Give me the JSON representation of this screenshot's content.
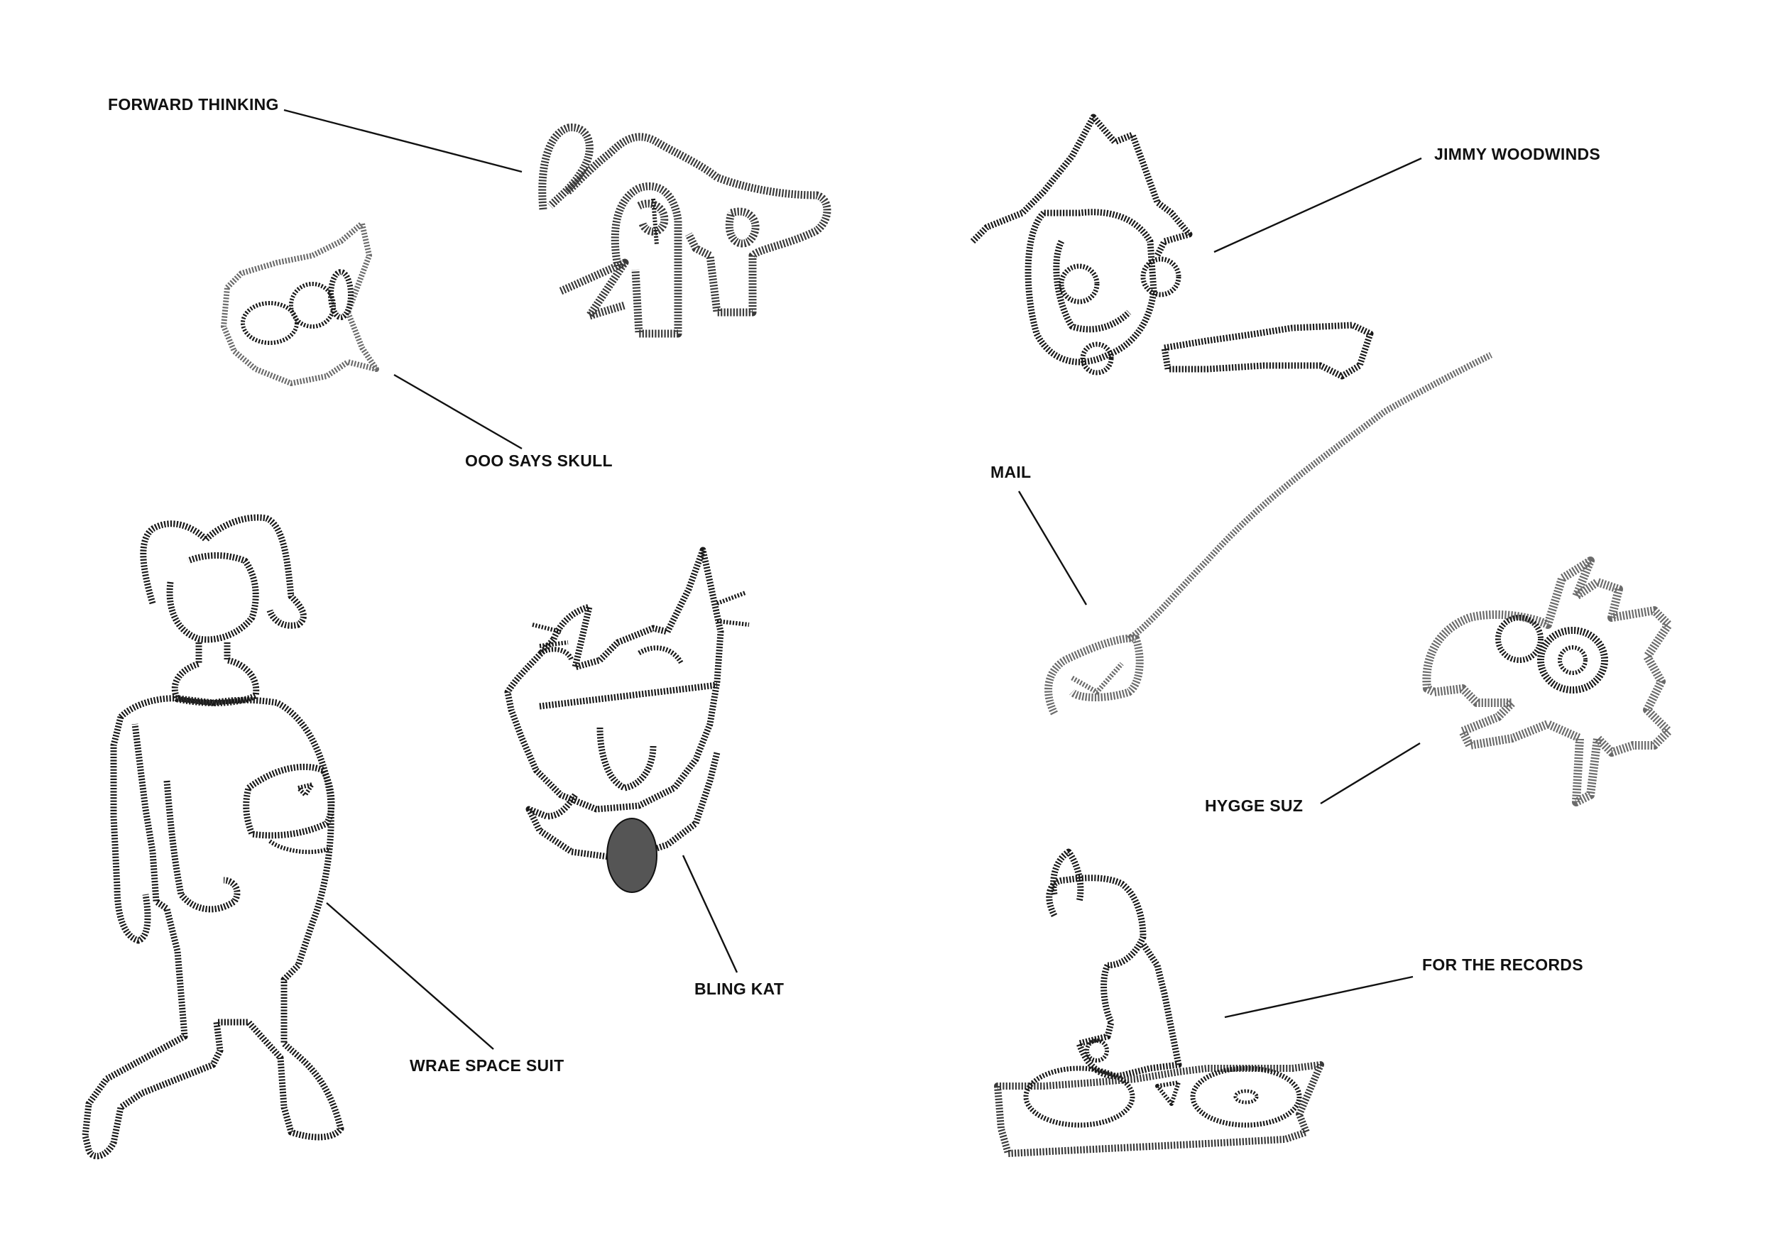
{
  "labels": {
    "forward_thinking": "FORWARD THINKING",
    "ooo_says_skull": "OOO SAYS SKULL",
    "jimmy_woodwinds": "JIMMY WOODWINDS",
    "mail": "MAIL",
    "wrae_space_suit": "WRAE SPACE SUIT",
    "bling_kat": "BLING KAT",
    "hygge_suz": "HYGGE SUZ",
    "for_the_records": "FOR THE RECORDS"
  }
}
